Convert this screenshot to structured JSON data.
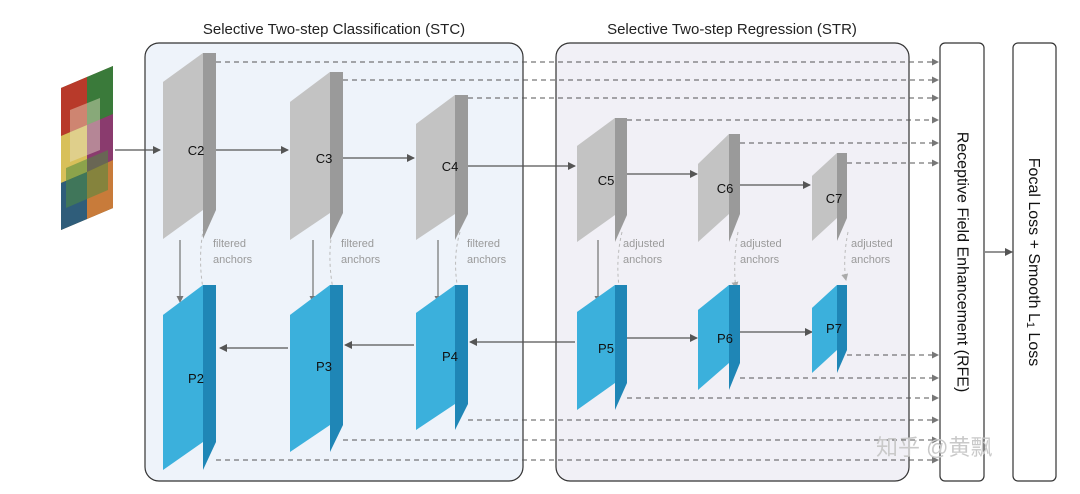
{
  "stc": {
    "title": "Selective Two-step Classification (STC)"
  },
  "str": {
    "title": "Selective Two-step Regression (STR)"
  },
  "layers": {
    "C2": "C2",
    "C3": "C3",
    "C4": "C4",
    "C5": "C5",
    "C6": "C6",
    "C7": "C7",
    "P2": "P2",
    "P3": "P3",
    "P4": "P4",
    "P5": "P5",
    "P6": "P6",
    "P7": "P7"
  },
  "annotations": {
    "filtered": [
      "filtered",
      "anchors"
    ],
    "adjusted": [
      "adjusted",
      "anchors"
    ]
  },
  "rfe": {
    "label": "Receptive Field Enhancement (RFE)"
  },
  "loss": {
    "prefix": "Focal Loss  +  Smooth L",
    "sub": "1",
    "suffix": " Loss"
  },
  "watermark": "知乎 @黄飘",
  "colors": {
    "gray_front": "#c3c3c3",
    "gray_side": "#9a9a9a",
    "gray_top": "#dedede",
    "blue_front": "#3bb0dc",
    "blue_side": "#1f86b6",
    "blue_top": "#8fd3ee",
    "stc_panel": "#eef3fa",
    "str_panel": "#f1f0f6"
  }
}
